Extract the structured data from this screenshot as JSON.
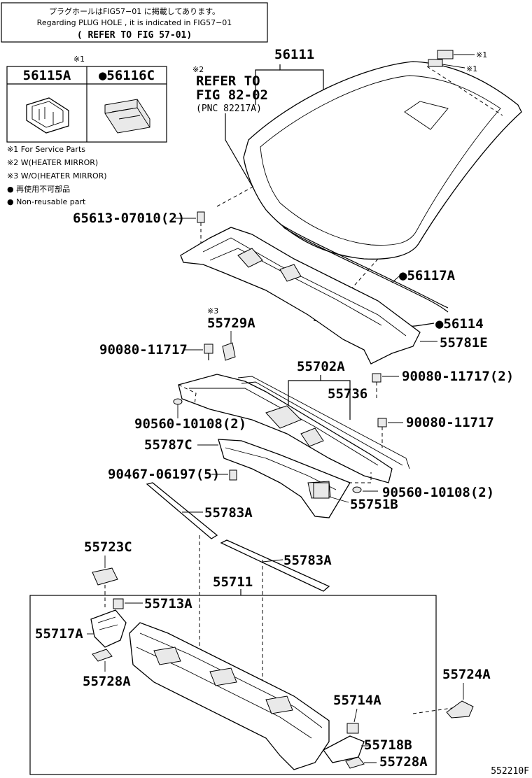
{
  "notice": {
    "line1": "プラグホールはFIG57−01 に掲載してあります。",
    "line2": "Regarding PLUG HOLE , it is indicated in FIG57−01",
    "line3": "( REFER TO FIG 57-01)"
  },
  "service_table": {
    "mark": "※1",
    "col1": "56115A",
    "col2": "●56116C"
  },
  "legend": {
    "item1": "※1 For Service Parts",
    "item2": "※2 W(HEATER MIRROR)",
    "item3": "※3 W/O(HEATER MIRROR)",
    "item4": "● 再使用不可部品",
    "item5": "● Non-reusable part"
  },
  "refer": {
    "mark": "※2",
    "line1": "REFER TO",
    "line2": "FIG 82-02",
    "line3": "(PNC 82217A)"
  },
  "labels": {
    "p56111": "56111",
    "mark1a": "※1",
    "mark1b": "※1",
    "p65613": "65613-07010(2)",
    "p56117A": "●56117A",
    "p56114": "●56114",
    "mark3": "※3",
    "p55729A": "55729A",
    "p55781E": "55781E",
    "p90080a": "90080-11717",
    "p55702A": "55702A",
    "p90080b": "90080-11717(2)",
    "p55736": "55736",
    "p90560a": "90560-10108(2)",
    "p90080c": "90080-11717",
    "p55787C": "55787C",
    "p90467": "90467-06197(5)",
    "p90560b": "90560-10108(2)",
    "p55751B": "55751B",
    "p55783Aa": "55783A",
    "p55783Ab": "55783A",
    "p55723C": "55723C",
    "p55711": "55711",
    "p55713A": "55713A",
    "p55717A": "55717A",
    "p55728Aa": "55728A",
    "p55724A": "55724A",
    "p55714A": "55714A",
    "p55718B": "55718B",
    "p55728Ab": "55728A"
  },
  "figure_id": "552210F"
}
